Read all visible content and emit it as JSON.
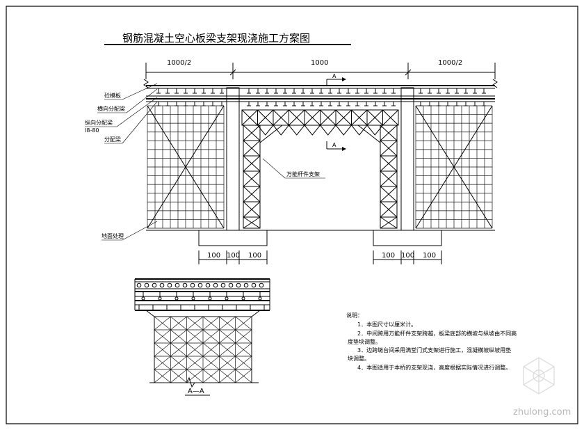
{
  "title": "钢筋混凝土空心板梁支架现浇施工方案图",
  "dimensions": {
    "half_span_left": "1000/2",
    "span_center": "1000",
    "half_span_right": "1000/2",
    "foot_a": "100",
    "foot_b": "100",
    "foot_c": "100",
    "foot_d": "100",
    "foot_e": "100",
    "foot_f": "100"
  },
  "labels": {
    "formwork": "砼模板",
    "transverse_beam": "横向分配梁",
    "longitudinal_beam": "纵向分配梁",
    "longitudinal_beam_spec": "I8-80",
    "distribution_beam": "分配梁",
    "ground_treatment": "地面处理",
    "wanneng_support": "万能杆件支架"
  },
  "section": {
    "marker": "A",
    "marker_lower": "A",
    "caption": "A—A"
  },
  "notes": {
    "heading": "说明：",
    "n1": "1．本图尺寸以厘米计。",
    "n2a": "2．中间跨用万能杆件支架跨越，板梁底部的横坡与纵坡由不同高",
    "n2b": "度垫块调整。",
    "n3a": "3．边跨墩台间采用满堂门式支架进行施工，混凝横坡纵坡用垫",
    "n3b": "块调整。",
    "n4": "4．本图适用于本桥的支架现浇，高度根据实际情况进行调整。"
  },
  "watermark": "zhulong.com"
}
